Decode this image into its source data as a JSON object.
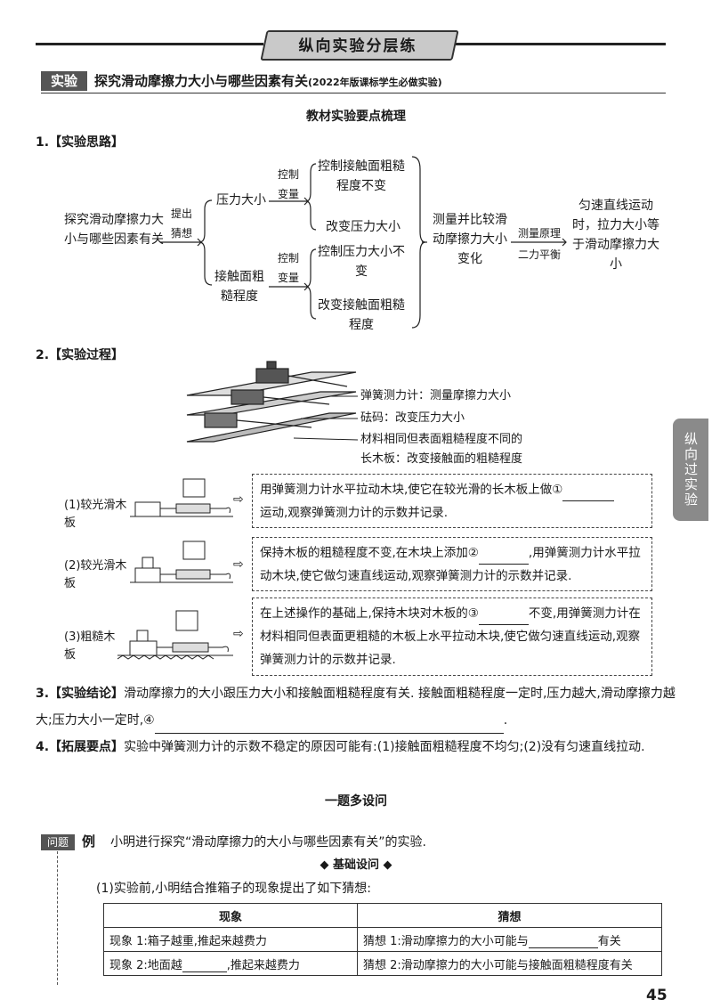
{
  "header": {
    "banner": "纵向实验分层练",
    "experiment_tag": "实验",
    "experiment_title": "探究滑动摩擦力大小与哪些因素有关",
    "experiment_note": "(2022年版课标学生必做实验)"
  },
  "section_review_title": "教材实验要点梳理",
  "idea": {
    "heading": "1.【实验思路】",
    "root": "探究滑动摩擦力大小与哪些因素有关",
    "guess_label_1": "提出",
    "guess_label_2": "猜想",
    "factor_pressure": "压力大小",
    "factor_rough": "接触面粗糙程度",
    "control_1": "控制",
    "variable_1": "变量",
    "control_2": "控制",
    "variable_2": "变量",
    "leaf_1": "控制接触面粗糙程度不变",
    "leaf_2": "改变压力大小",
    "leaf_3": "控制压力大小不变",
    "leaf_4": "改变接触面粗糙程度",
    "measure": "测量并比较滑动摩擦力大小变化",
    "principle_label": "测量原理",
    "principle": "二力平衡",
    "conclusion": "匀速直线运动时，拉力大小等于滑动摩擦力大小"
  },
  "process": {
    "heading": "2.【实验过程】",
    "callout_1": "弹簧测力计：测量摩擦力大小",
    "callout_2": "砝码：改变压力大小",
    "callout_3": "材料相同但表面粗糙程度不同的",
    "callout_4": "长木板：改变接触面的粗糙程度",
    "steps": [
      {
        "label": "(1)较光滑木板",
        "text_a": "用弹簧测力计水平拉动木块,使它在较光滑的长木板上做①",
        "text_b": "运动,观察弹簧测力计的示数并记录."
      },
      {
        "label": "(2)较光滑木板",
        "text_a": "保持木板的粗糙程度不变,在木块上添加②",
        "text_b": ",用弹簧测力计水平拉动木块,使它做匀速直线运动,观察弹簧测力计的示数并记录."
      },
      {
        "label": "(3)粗糙木板",
        "text_a": "在上述操作的基础上,保持木块对木板的③",
        "text_b": "不变,用弹簧测力计在材料相同但表面更粗糙的木板上水平拉动木块,使它做匀速直线运动,观察弹簧测力计的示数并记录."
      }
    ]
  },
  "conclusion": {
    "heading": "3.【实验结论】",
    "text": "滑动摩擦力的大小跟压力大小和接触面粗糙程度有关. 接触面粗糙程度一定时,压力越大,滑动摩擦力越大;压力大小一定时,④"
  },
  "extension": {
    "heading": "4.【拓展要点】",
    "text": "实验中弹簧测力计的示数不稳定的原因可能有:(1)接触面粗糙程度不均匀;(2)没有匀速直线拉动."
  },
  "section_multi_title": "一题多设问",
  "question": {
    "tag": "问题",
    "example_label": "例",
    "intro": "小明进行探究“滑动摩擦力的大小与哪些因素有关”的实验.",
    "basic_title": "◆ 基础设问 ◆",
    "q1": "(1)实验前,小明结合推箱子的现象提出了如下猜想:",
    "table_headers": [
      "现象",
      "猜想"
    ],
    "table_rows": [
      {
        "phenomenon": "现象 1:箱子越重,推起来越费力",
        "guess_a": "猜想 1:滑动摩擦力的大小可能与",
        "guess_b": "有关"
      },
      {
        "phenomenon_a": "现象 2:地面越",
        "phenomenon_b": ",推起来越费力",
        "guess": "猜想 2:滑动摩擦力的大小可能与接触面粗糙程度有关"
      }
    ]
  },
  "side_tab": "纵向过实验",
  "page_number": "45"
}
